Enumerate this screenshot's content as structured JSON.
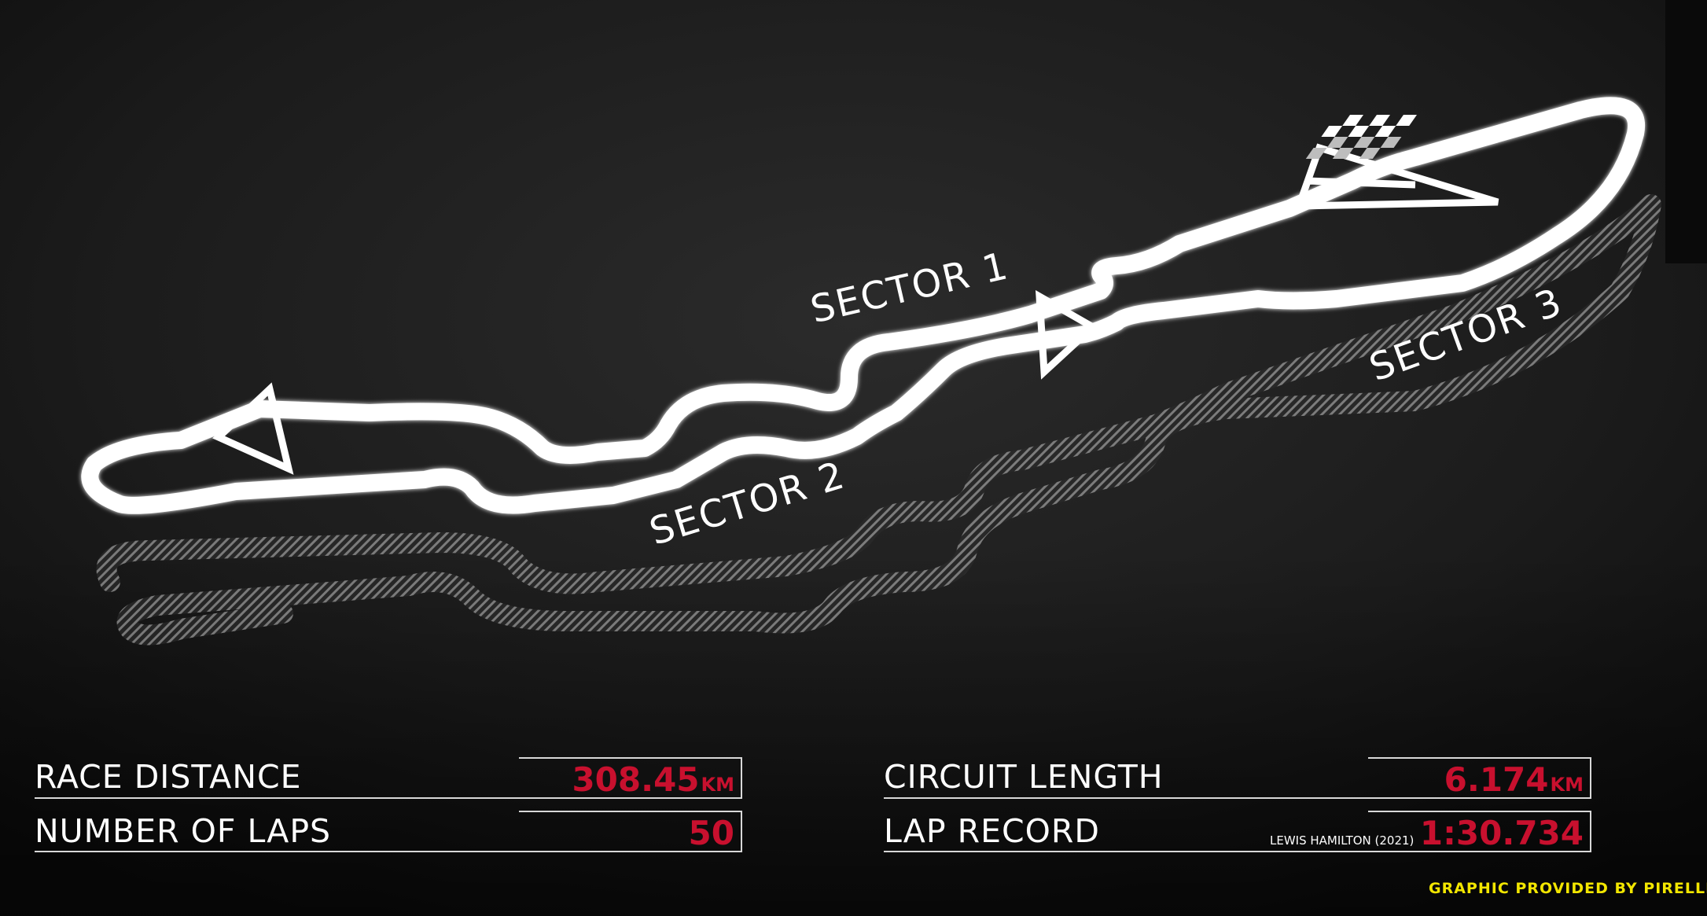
{
  "colors": {
    "background": "#141414",
    "track": "#ffffff",
    "accent_red": "#c8102e",
    "credit_yellow": "#f2e600"
  },
  "map": {
    "sectors": [
      "SECTOR 1",
      "SECTOR 2",
      "SECTOR 3"
    ],
    "icons": [
      "chequered-flag-icon",
      "direction-arrow-icon"
    ]
  },
  "stats": {
    "race_distance": {
      "label": "RACE DISTANCE",
      "value": "308.45",
      "unit": "KM"
    },
    "number_of_laps": {
      "label": "NUMBER OF LAPS",
      "value": "50"
    },
    "circuit_length": {
      "label": "CIRCUIT LENGTH",
      "value": "6.174",
      "unit": "KM"
    },
    "lap_record": {
      "label": "LAP RECORD",
      "holder": "LEWIS HAMILTON (2021)",
      "value": "1:30.734"
    }
  },
  "credit": "GRAPHIC PROVIDED BY PIRELLI"
}
